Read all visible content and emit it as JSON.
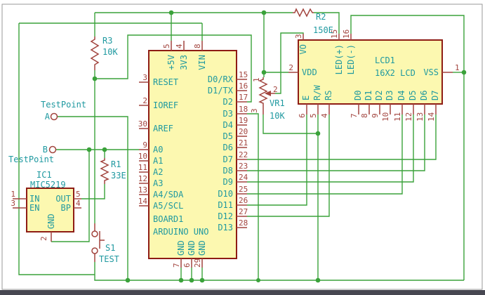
{
  "colors": {
    "wire": "#3aa23a",
    "component": "#a2443e",
    "outline": "#8e1c14",
    "symbol_fill": "#fcf8b0",
    "label_text": "#1f99a0",
    "frame": "#9a9a9a",
    "footer_bar": "#474751"
  },
  "arduino": {
    "ref": "BOARD1",
    "value": "ARDUINO UNO",
    "top_pins": [
      {
        "num": "5",
        "label": "+5V"
      },
      {
        "num": "4",
        "label": "3V3"
      },
      {
        "num": "8",
        "label": "VIN"
      }
    ],
    "left_pins": [
      {
        "num": "3",
        "label": "RESET"
      },
      {
        "num": "2",
        "label": "IOREF"
      },
      {
        "num": "30",
        "label": "AREF"
      },
      {
        "num": "9",
        "label": "A0"
      },
      {
        "num": "10",
        "label": "A1"
      },
      {
        "num": "11",
        "label": "A2"
      },
      {
        "num": "12",
        "label": "A3"
      },
      {
        "num": "13",
        "label": "A4/SDA"
      },
      {
        "num": "14",
        "label": "A5/SCL"
      }
    ],
    "right_pins": [
      {
        "num": "15",
        "label": "D0/RX"
      },
      {
        "num": "16",
        "label": "D1/TX"
      },
      {
        "num": "17",
        "label": "D2"
      },
      {
        "num": "18",
        "label": "D3"
      },
      {
        "num": "19",
        "label": "D4"
      },
      {
        "num": "20",
        "label": "D5"
      },
      {
        "num": "21",
        "label": "D6"
      },
      {
        "num": "22",
        "label": "D7"
      },
      {
        "num": "23",
        "label": "D8"
      },
      {
        "num": "24",
        "label": "D9"
      },
      {
        "num": "25",
        "label": "D10"
      },
      {
        "num": "26",
        "label": "D11"
      },
      {
        "num": "27",
        "label": "D12"
      },
      {
        "num": "28",
        "label": "D13"
      }
    ],
    "bottom_pins": [
      {
        "num": "7",
        "label": "GND"
      },
      {
        "num": "6",
        "label": "GND"
      },
      {
        "num": "29",
        "label": "GND"
      }
    ]
  },
  "lcd": {
    "ref": "LCD1",
    "value": "16X2 LCD",
    "top_pins": [
      {
        "num": "3",
        "label": "VO"
      },
      {
        "num": "15",
        "label": "LED(+)"
      },
      {
        "num": "16",
        "label": "LED(-)"
      }
    ],
    "left_pins": [
      {
        "num": "2",
        "label": "VDD"
      }
    ],
    "right_pins": [
      {
        "num": "1",
        "label": "VSS"
      }
    ],
    "bottom_pins": [
      {
        "num": "6",
        "label": "E"
      },
      {
        "num": "5",
        "label": "R/W"
      },
      {
        "num": "4",
        "label": "RS"
      },
      {
        "num": "7",
        "label": "D0"
      },
      {
        "num": "8",
        "label": "D1"
      },
      {
        "num": "9",
        "label": "D2"
      },
      {
        "num": "10",
        "label": "D3"
      },
      {
        "num": "11",
        "label": "D4"
      },
      {
        "num": "12",
        "label": "D5"
      },
      {
        "num": "13",
        "label": "D6"
      },
      {
        "num": "14",
        "label": "D7"
      }
    ]
  },
  "regulator": {
    "ref": "IC1",
    "value": "MIC5219",
    "left_pins": [
      {
        "num": "1",
        "label": "IN"
      },
      {
        "num": "3",
        "label": "EN"
      }
    ],
    "right_pins": [
      {
        "num": "5",
        "label": "OUT"
      },
      {
        "num": "4",
        "label": "BP"
      }
    ],
    "bottom_pins": [
      {
        "num": "2",
        "label": "GND"
      }
    ]
  },
  "resistors": {
    "r1": {
      "ref": "R1",
      "value": "33E"
    },
    "r2": {
      "ref": "R2",
      "value": "150E"
    },
    "r3": {
      "ref": "R3",
      "value": "10K"
    }
  },
  "potentiometer": {
    "ref": "VR1",
    "value": "10K",
    "pins": [
      "1",
      "2",
      "3"
    ]
  },
  "switch": {
    "ref": "S1",
    "value": "TEST"
  },
  "testpoints": {
    "a": {
      "label": "A",
      "name": "TestPoint"
    },
    "b": {
      "label": "B",
      "name": "TestPoint"
    }
  }
}
